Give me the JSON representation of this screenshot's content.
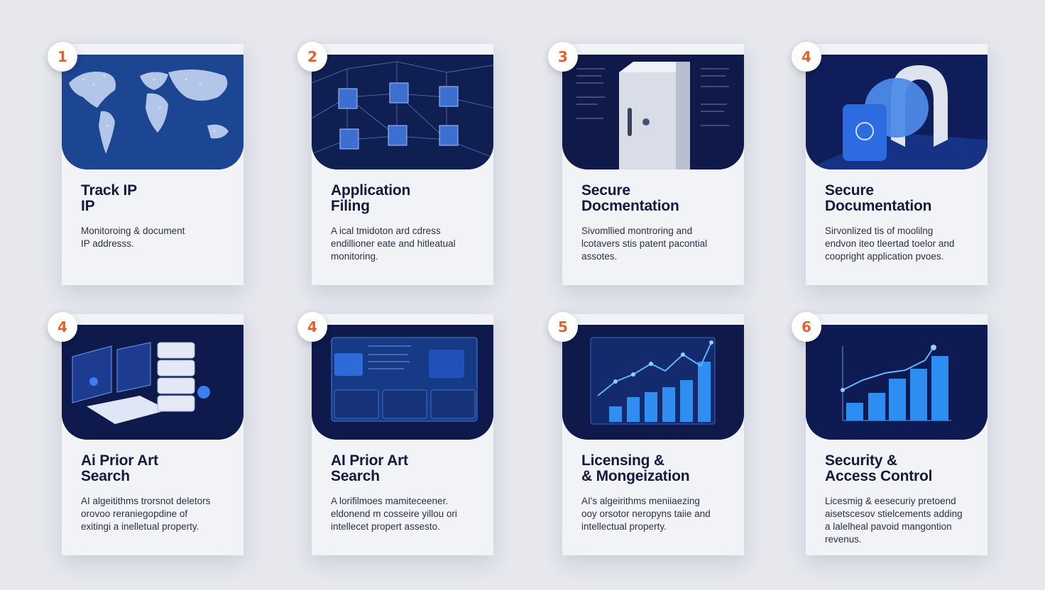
{
  "cards": [
    {
      "number": "1",
      "title": [
        "Track IP",
        "IP"
      ],
      "description": [
        "Monitoroing & document",
        "IP addresss."
      ],
      "icon": "world-map-icon"
    },
    {
      "number": "2",
      "title": [
        "Application",
        "Filing"
      ],
      "description": [
        "A ical tmidoton ard cdress",
        "endillioner eate and hitleatual",
        "monitoring."
      ],
      "icon": "network-blocks-icon"
    },
    {
      "number": "3",
      "title": [
        "Secure",
        "Docmentation"
      ],
      "description": [
        "Sivomllied montroring and",
        "lcotavers stis patent pacontial",
        "assotes."
      ],
      "icon": "document-vault-icon"
    },
    {
      "number": "4",
      "title": [
        "Secure",
        "Documentation"
      ],
      "description": [
        "Sirvonlized tis of moolilng",
        "endvon iteo tleertad toelor and",
        "coopright application pvoes."
      ],
      "icon": "lock-vault-icon"
    },
    {
      "number": "4",
      "title": [
        "Ai Prior Art",
        "Search"
      ],
      "description": [
        "AI algeitithms trorsnot deletors",
        "orovoo reraniegopdine of",
        "exitingi a inelletual property."
      ],
      "icon": "server-search-icon"
    },
    {
      "number": "4",
      "title": [
        "AI Prior Art",
        "Search"
      ],
      "description": [
        "A lorifilmoes mamiteceener.",
        "eldonend m cosseire yillou ori",
        "intellecet propert assesto."
      ],
      "icon": "dashboard-icon"
    },
    {
      "number": "5",
      "title": [
        "Licensing &",
        "& Mongeization"
      ],
      "description": [
        "AI's algeirithms meniiaezing",
        "ooy orsotor neropyns taiie and",
        "intellectual property."
      ],
      "icon": "growth-chart-icon"
    },
    {
      "number": "6",
      "title": [
        "Security &",
        "Access Control"
      ],
      "description": [
        "Licesmig & eesecuriy pretoend",
        "aisetscesov stielcements adding",
        "a lalelheal pavoid mangontion",
        "revenus."
      ],
      "icon": "bar-chart-icon"
    }
  ]
}
